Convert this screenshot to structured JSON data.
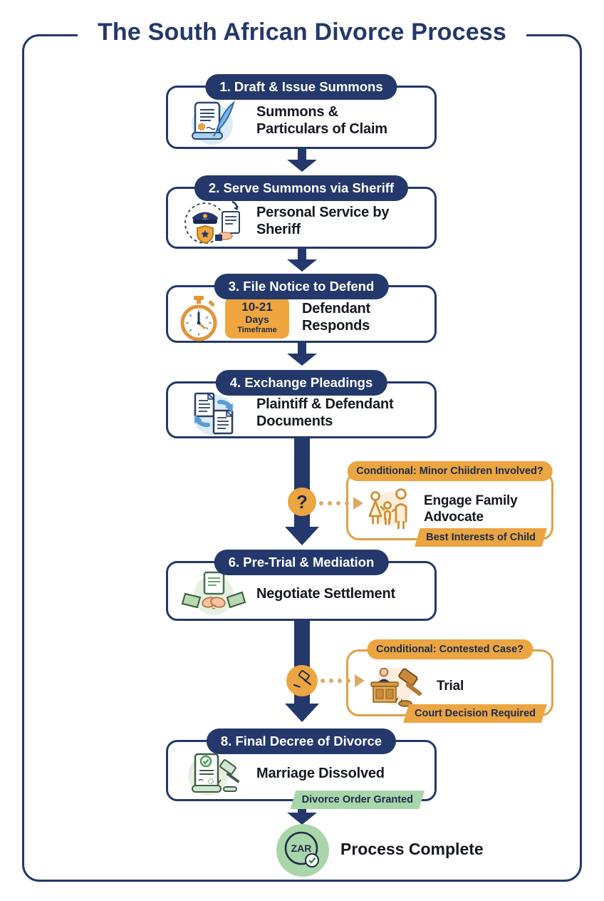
{
  "title": "The South African Divorce Process",
  "steps": [
    {
      "header": "1. Draft & Issue Summons",
      "label": "Summons &\nParticulars of Claim"
    },
    {
      "header": "2. Serve Summons via Sheriff",
      "label": "Personal Service by Sheriff"
    },
    {
      "header": "3. File Notice to Defend",
      "label": "Defendant Responds",
      "badge": {
        "duration": "10-21",
        "unit": "Days",
        "caption": "Timeframe"
      }
    },
    {
      "header": "4. Exchange Pleadings",
      "label": "Plaintiff & Defendant\nDocuments"
    },
    {
      "header": "6. Pre-Trial & Mediation",
      "label": "Negotiate Settlement"
    },
    {
      "header": "8. Final Decree of Divorce",
      "label": "Marriage Dissolved",
      "ribbon": "Divorce Order Granted"
    }
  ],
  "conditionals": [
    {
      "header": "Conditional: Minor Chiidren Involved?",
      "label": "Engage Family\nAdvocate",
      "ribbon": "Best Interests of Child",
      "marker": "?"
    },
    {
      "header": "Conditional: Contested Case?",
      "label": "Trial",
      "ribbon": "Court Decision Required"
    }
  ],
  "footer": {
    "medal_text": "ZAR",
    "label": "Process Complete"
  },
  "colors": {
    "navy": "#24386b",
    "orange": "#EBA541",
    "green": "#A9D5AA",
    "blue": "#7FB3E3",
    "ribbon_text": "#1C2B4A"
  }
}
